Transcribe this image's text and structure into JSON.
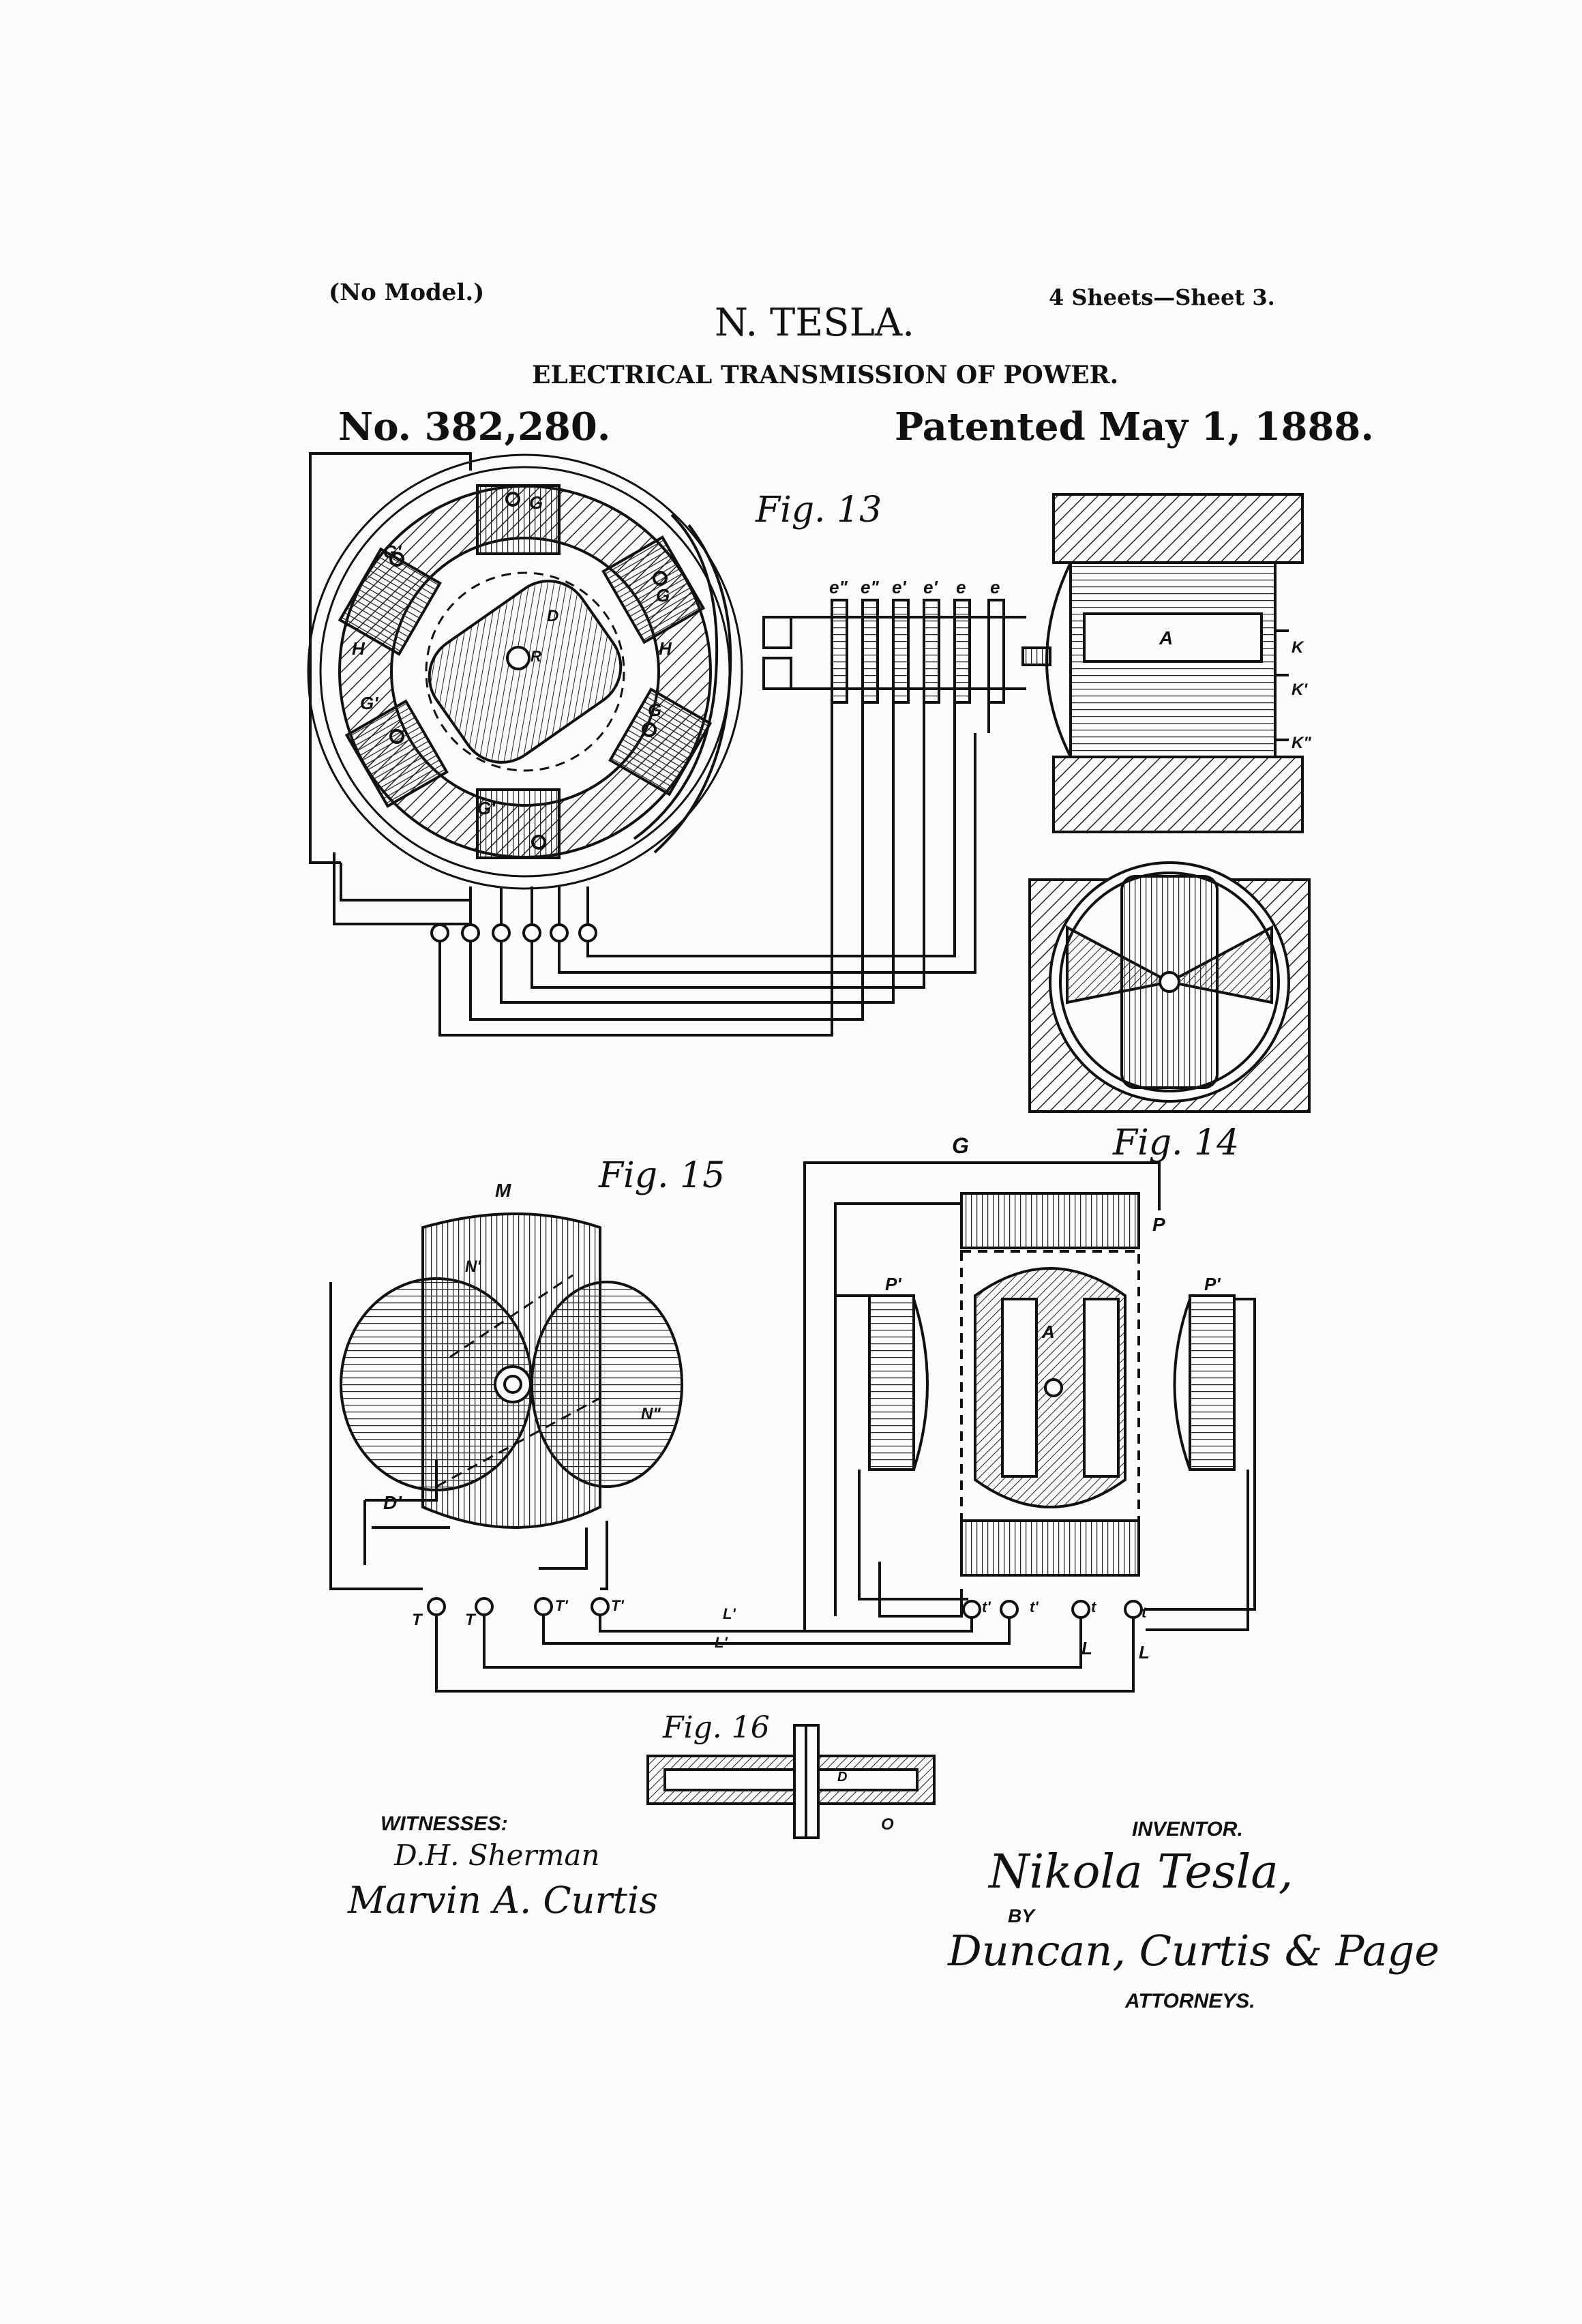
{
  "header": {
    "model": "(No Model.)",
    "sheets": "4 Sheets—Sheet 3.",
    "inventor_name": "N. TESLA.",
    "title": "ELECTRICAL TRANSMISSION OF POWER.",
    "patent_no": "No. 382,280.",
    "patented": "Patented May 1, 1888."
  },
  "figures": {
    "fig13": "Fig. 13",
    "fig14": "Fig. 14",
    "fig15": "Fig. 15",
    "fig16": "Fig. 16"
  },
  "labels": {
    "G_top": "G",
    "G1": "G'",
    "G2": "G",
    "G3": "G'",
    "G4": "G",
    "G5": "G'",
    "H_left": "H",
    "H_right": "H",
    "D": "D",
    "R": "R",
    "e1": "e\"",
    "e2": "e\"",
    "e3": "e'",
    "e4": "e'",
    "e5": "e",
    "e6": "e",
    "A_fig13": "A",
    "K": "K",
    "K1": "K'",
    "K2": "K\"",
    "G_fig15": "G",
    "P": "P",
    "P1_left": "P'",
    "P1_right": "P'",
    "A_fig15": "A",
    "M": "M",
    "N": "N'",
    "N2": "N\"",
    "D1": "D'",
    "T1": "T",
    "T2": "T",
    "T3": "T'",
    "T4": "T'",
    "L1": "L'",
    "L2": "L'",
    "t1": "t'",
    "t2": "t'",
    "t3": "t",
    "t4": "t",
    "L3": "L",
    "L4": "L",
    "D_fig16": "D",
    "O": "O"
  },
  "signatures": {
    "witnesses_label": "WITNESSES:",
    "witness1": "D.H. Sherman",
    "witness2": "Marvin A. Curtis",
    "inventor_label": "INVENTOR.",
    "inventor_sig": "Nikola Tesla,",
    "by": "BY",
    "attorneys_sig": "Duncan, Curtis & Page",
    "attorneys_label": "ATTORNEYS."
  }
}
